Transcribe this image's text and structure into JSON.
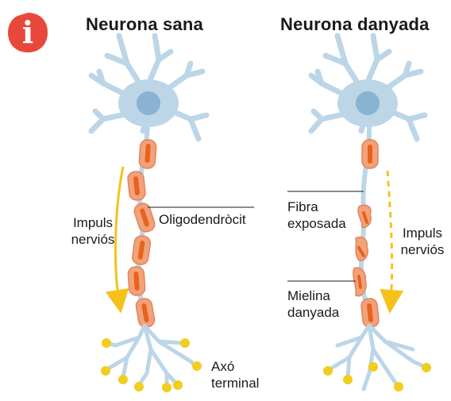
{
  "icon": {
    "name": "info-icon",
    "glyph": "i",
    "color": "#e8483c"
  },
  "healthy": {
    "title": "Neurona sana",
    "impulse_line1": "Impuls",
    "impulse_line2": "nerviós",
    "oligodendrocyte": "Oligodendròcit",
    "axon_line1": "Axó",
    "axon_line2": "terminal"
  },
  "damaged": {
    "title": "Neurona danyada",
    "exposed_line1": "Fibra",
    "exposed_line2": "exposada",
    "impulse_line1": "Impuls",
    "impulse_line2": "nerviós",
    "myelin_line1": "Mielina",
    "myelin_line2": "danyada"
  },
  "colors": {
    "neuron_body": "#bcd6e8",
    "nucleus": "#89b3d0",
    "myelin": "#f2a27a",
    "myelin_core": "#e8621c",
    "impulse_arrow": "#f5c21b",
    "terminal": "#f2cd1e"
  }
}
